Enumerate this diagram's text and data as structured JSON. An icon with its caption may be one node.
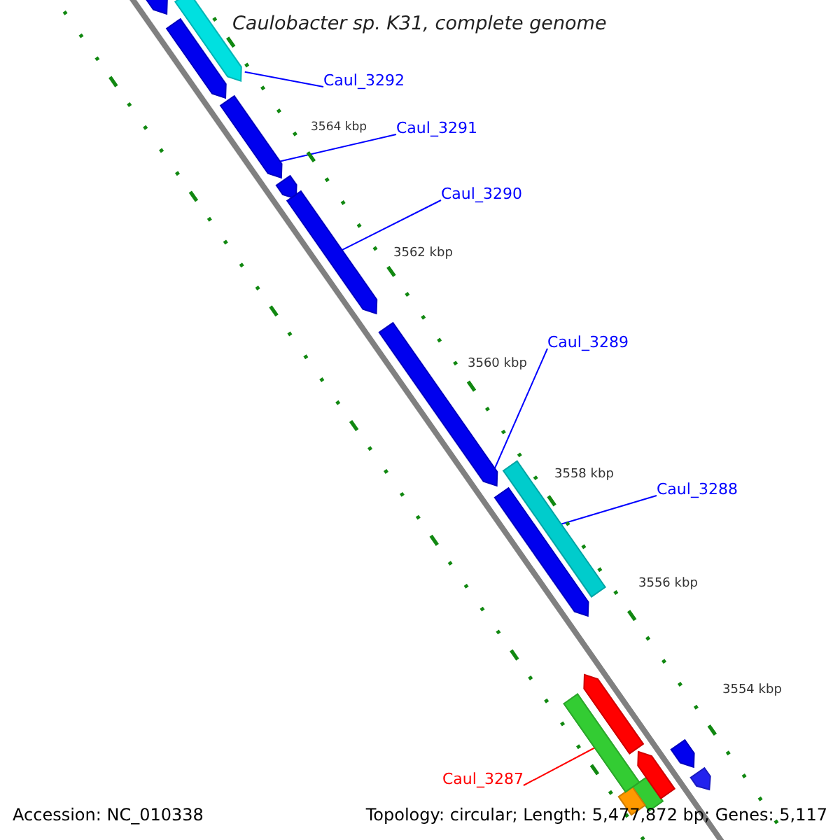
{
  "diagram": {
    "title": "Caulobacter sp. K31, complete genome",
    "nodes": [
      {
        "text": [
          "Caul_3292"
        ]
      },
      {
        "text": [
          "Caul_3291"
        ]
      },
      {
        "text": [
          "Caul_3290"
        ]
      },
      {
        "text": [
          "Caul_3289"
        ]
      },
      {
        "text": [
          "Caul_3288"
        ]
      },
      {
        "text": [
          "Caul_3287"
        ]
      },
      {
        "text": [],
        "shape": "bar"
      },
      {
        "text": [],
        "shape": "bar"
      },
      {
        "text": [],
        "shape": "bar"
      },
      {
        "text": [],
        "shape": "bar"
      },
      {
        "text": [],
        "shape": "bar"
      },
      {
        "text": [],
        "shape": "bar"
      }
    ],
    "edges": [
      {
        "from": 0,
        "to": 6,
        "arrow": "none"
      },
      {
        "from": 1,
        "to": 7,
        "arrow": "none"
      },
      {
        "from": 2,
        "to": 8,
        "arrow": "none"
      },
      {
        "from": 3,
        "to": 9,
        "arrow": "none"
      },
      {
        "from": 4,
        "to": 10,
        "arrow": "none"
      },
      {
        "from": 5,
        "to": 11,
        "arrow": "none",
        "color": "#ff0000"
      }
    ],
    "labels": [
      "3564 kbp",
      "3562 kbp",
      "3560 kbp",
      "3558 kbp",
      "3556 kbp",
      "3554 kbp",
      "Accession: NC_010338",
      "Topology: circular; Length: 5,477,872 bp; Genes: 5,117"
    ]
  }
}
